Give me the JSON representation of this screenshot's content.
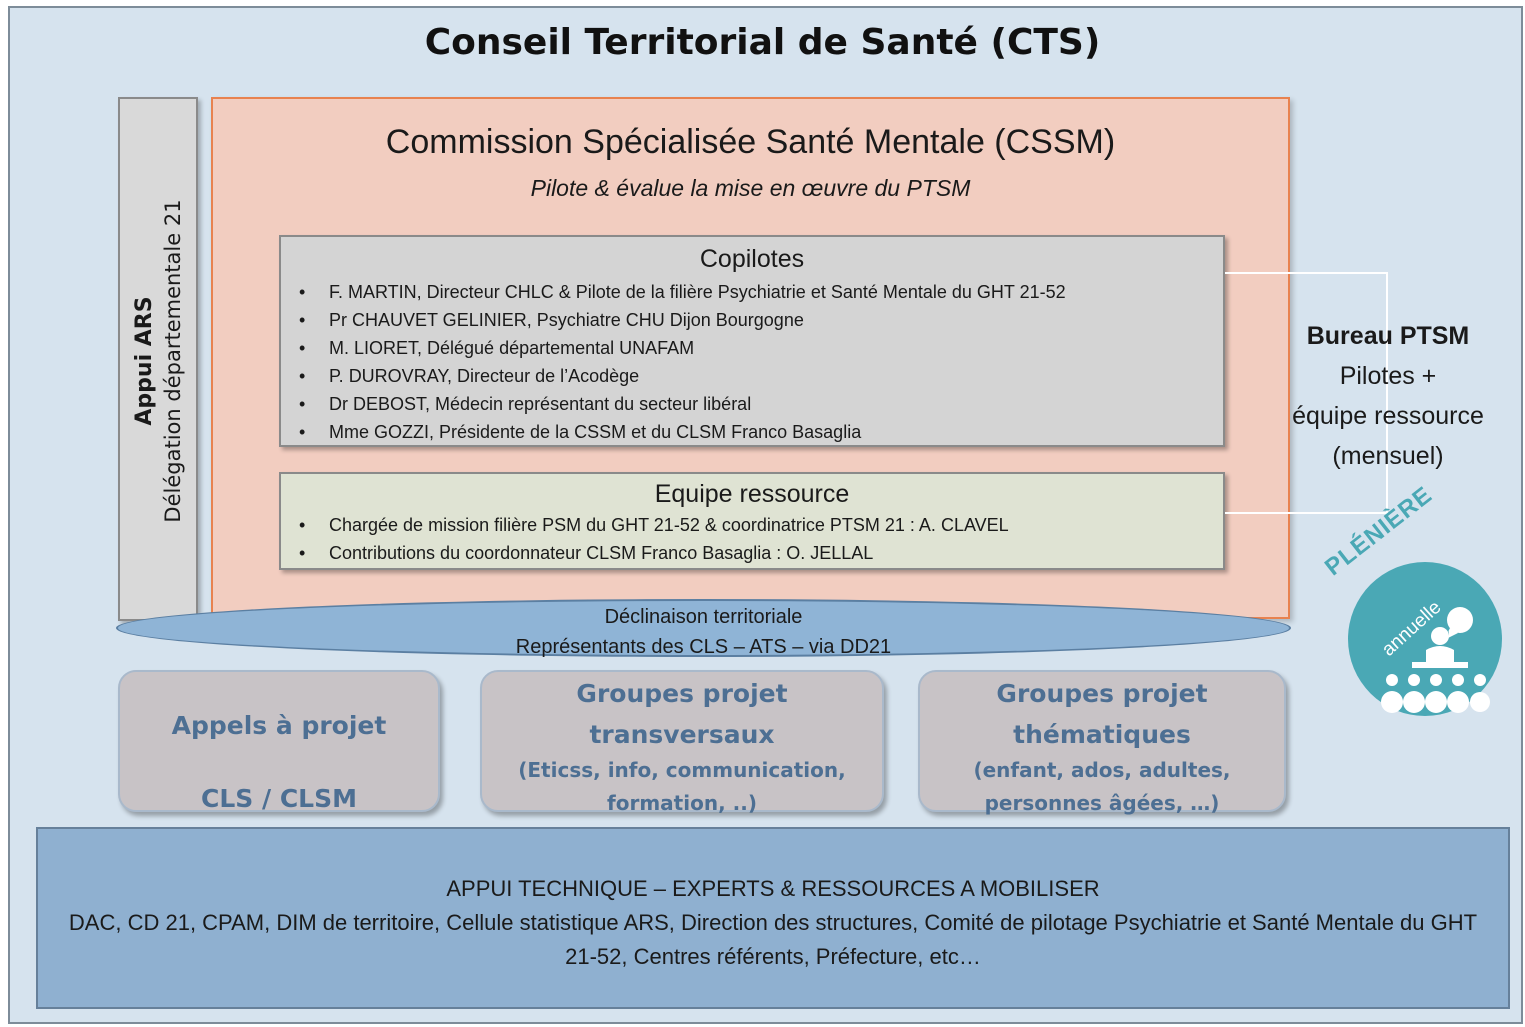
{
  "title": "Conseil Territorial de Santé (CTS)",
  "ars": {
    "title": "Appui ARS",
    "subtitle": "Délégation départementale 21"
  },
  "cssm": {
    "title": "Commission Spécialisée Santé Mentale (CSSM)",
    "subtitle": "Pilote & évalue la mise en œuvre du PTSM"
  },
  "copilotes": {
    "title": "Copilotes",
    "items": [
      "F. MARTIN, Directeur CHLC & Pilote de la filière Psychiatrie et Santé Mentale du GHT 21-52",
      "Pr CHAUVET GELINIER, Psychiatre CHU Dijon Bourgogne",
      "M. LIORET, Délégué départemental UNAFAM",
      "P. DUROVRAY, Directeur de l’Acodège",
      "Dr DEBOST, Médecin représentant du secteur libéral",
      "Mme GOZZI, Présidente de la CSSM et du CLSM Franco Basaglia"
    ]
  },
  "equipe": {
    "title": "Equipe ressource",
    "items": [
      "Chargée de mission filière PSM du GHT 21-52 & coordinatrice PTSM 21 : A. CLAVEL",
      "Contributions du coordonnateur CLSM Franco Basaglia : O. JELLAL"
    ]
  },
  "bureau": {
    "title": "Bureau PTSM",
    "lines": [
      "Pilotes +",
      "équipe ressource",
      "(mensuel)"
    ]
  },
  "declinaison": {
    "line1": "Déclinaison territoriale",
    "line2": "Représentants des CLS – ATS – via DD21"
  },
  "groups": [
    {
      "title1": "Appels à projet",
      "title2": "CLS / CLSM"
    },
    {
      "title1": "Groupes projet",
      "title2": "transversaux",
      "sub1": "(Eticss, info, communication,",
      "sub2": "formation, ..)"
    },
    {
      "title1": "Groupes projet",
      "title2": "thématiques",
      "sub1": "(enfant, ados, adultes,",
      "sub2": "personnes âgées, …)"
    }
  ],
  "pleniere": {
    "word": "PLÉNIÈRE",
    "sub": "annuelle",
    "icon": "audience-speaker-icon"
  },
  "appui_technique": {
    "title": "APPUI TECHNIQUE – EXPERTS & RESSOURCES A MOBILISER",
    "body": "DAC, CD 21, CPAM, DIM de territoire, Cellule statistique ARS,  Direction des structures, Comité de pilotage Psychiatrie et Santé Mentale du GHT 21-52, Centres référents, Préfecture, etc…"
  },
  "colors": {
    "background": "#d6e3ee",
    "cssm_fill": "#f2cdc0",
    "cssm_border": "#e8824f",
    "group_text": "#4d6f93",
    "pleniere": "#4aa8b5",
    "technique_fill": "#8fb0d0"
  }
}
